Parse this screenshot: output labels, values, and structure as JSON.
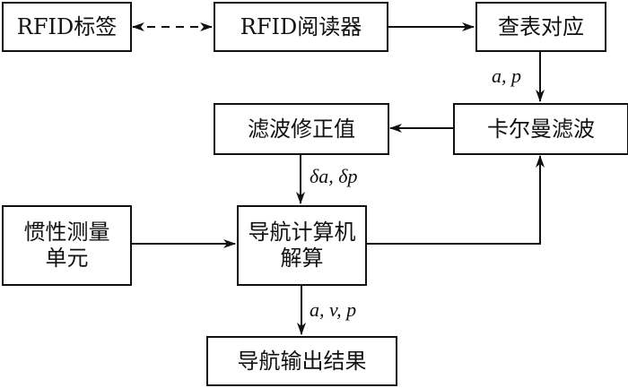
{
  "nodes": {
    "rfid_tag": {
      "label": "RFID标签"
    },
    "rfid_reader": {
      "label": "RFID阅读器"
    },
    "table_lookup": {
      "label": "查表对应"
    },
    "kalman_filter": {
      "label": "卡尔曼滤波"
    },
    "filter_correction": {
      "label": "滤波修正值"
    },
    "imu": {
      "line1": "惯性测量",
      "line2": "单元"
    },
    "nav_computer": {
      "line1": "导航计算机",
      "line2": "解算"
    },
    "nav_output": {
      "label": "导航输出结果"
    }
  },
  "edges": {
    "tag_reader": {
      "style": "dashed-bidirectional"
    },
    "reader_lookup": {
      "style": "solid"
    },
    "lookup_kalman": {
      "label": "a, p"
    },
    "kalman_correction": {
      "style": "solid"
    },
    "correction_nav": {
      "label": "δa, δp"
    },
    "imu_nav": {
      "style": "solid"
    },
    "nav_kalman": {
      "style": "solid"
    },
    "nav_output": {
      "label": "a, v, p"
    }
  }
}
